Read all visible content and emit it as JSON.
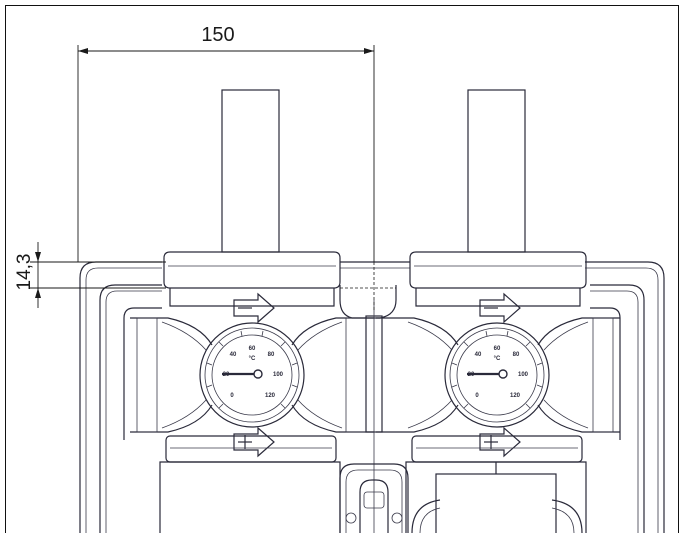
{
  "dimensions": {
    "width_label": "150",
    "offset_label": "14,3"
  },
  "gauges": [
    {
      "unit": "°C",
      "scale_labels": [
        "0",
        "20",
        "40",
        "60",
        "80",
        "100",
        "120"
      ]
    },
    {
      "unit": "°C",
      "scale_labels": [
        "0",
        "20",
        "40",
        "60",
        "80",
        "100",
        "120"
      ]
    }
  ]
}
